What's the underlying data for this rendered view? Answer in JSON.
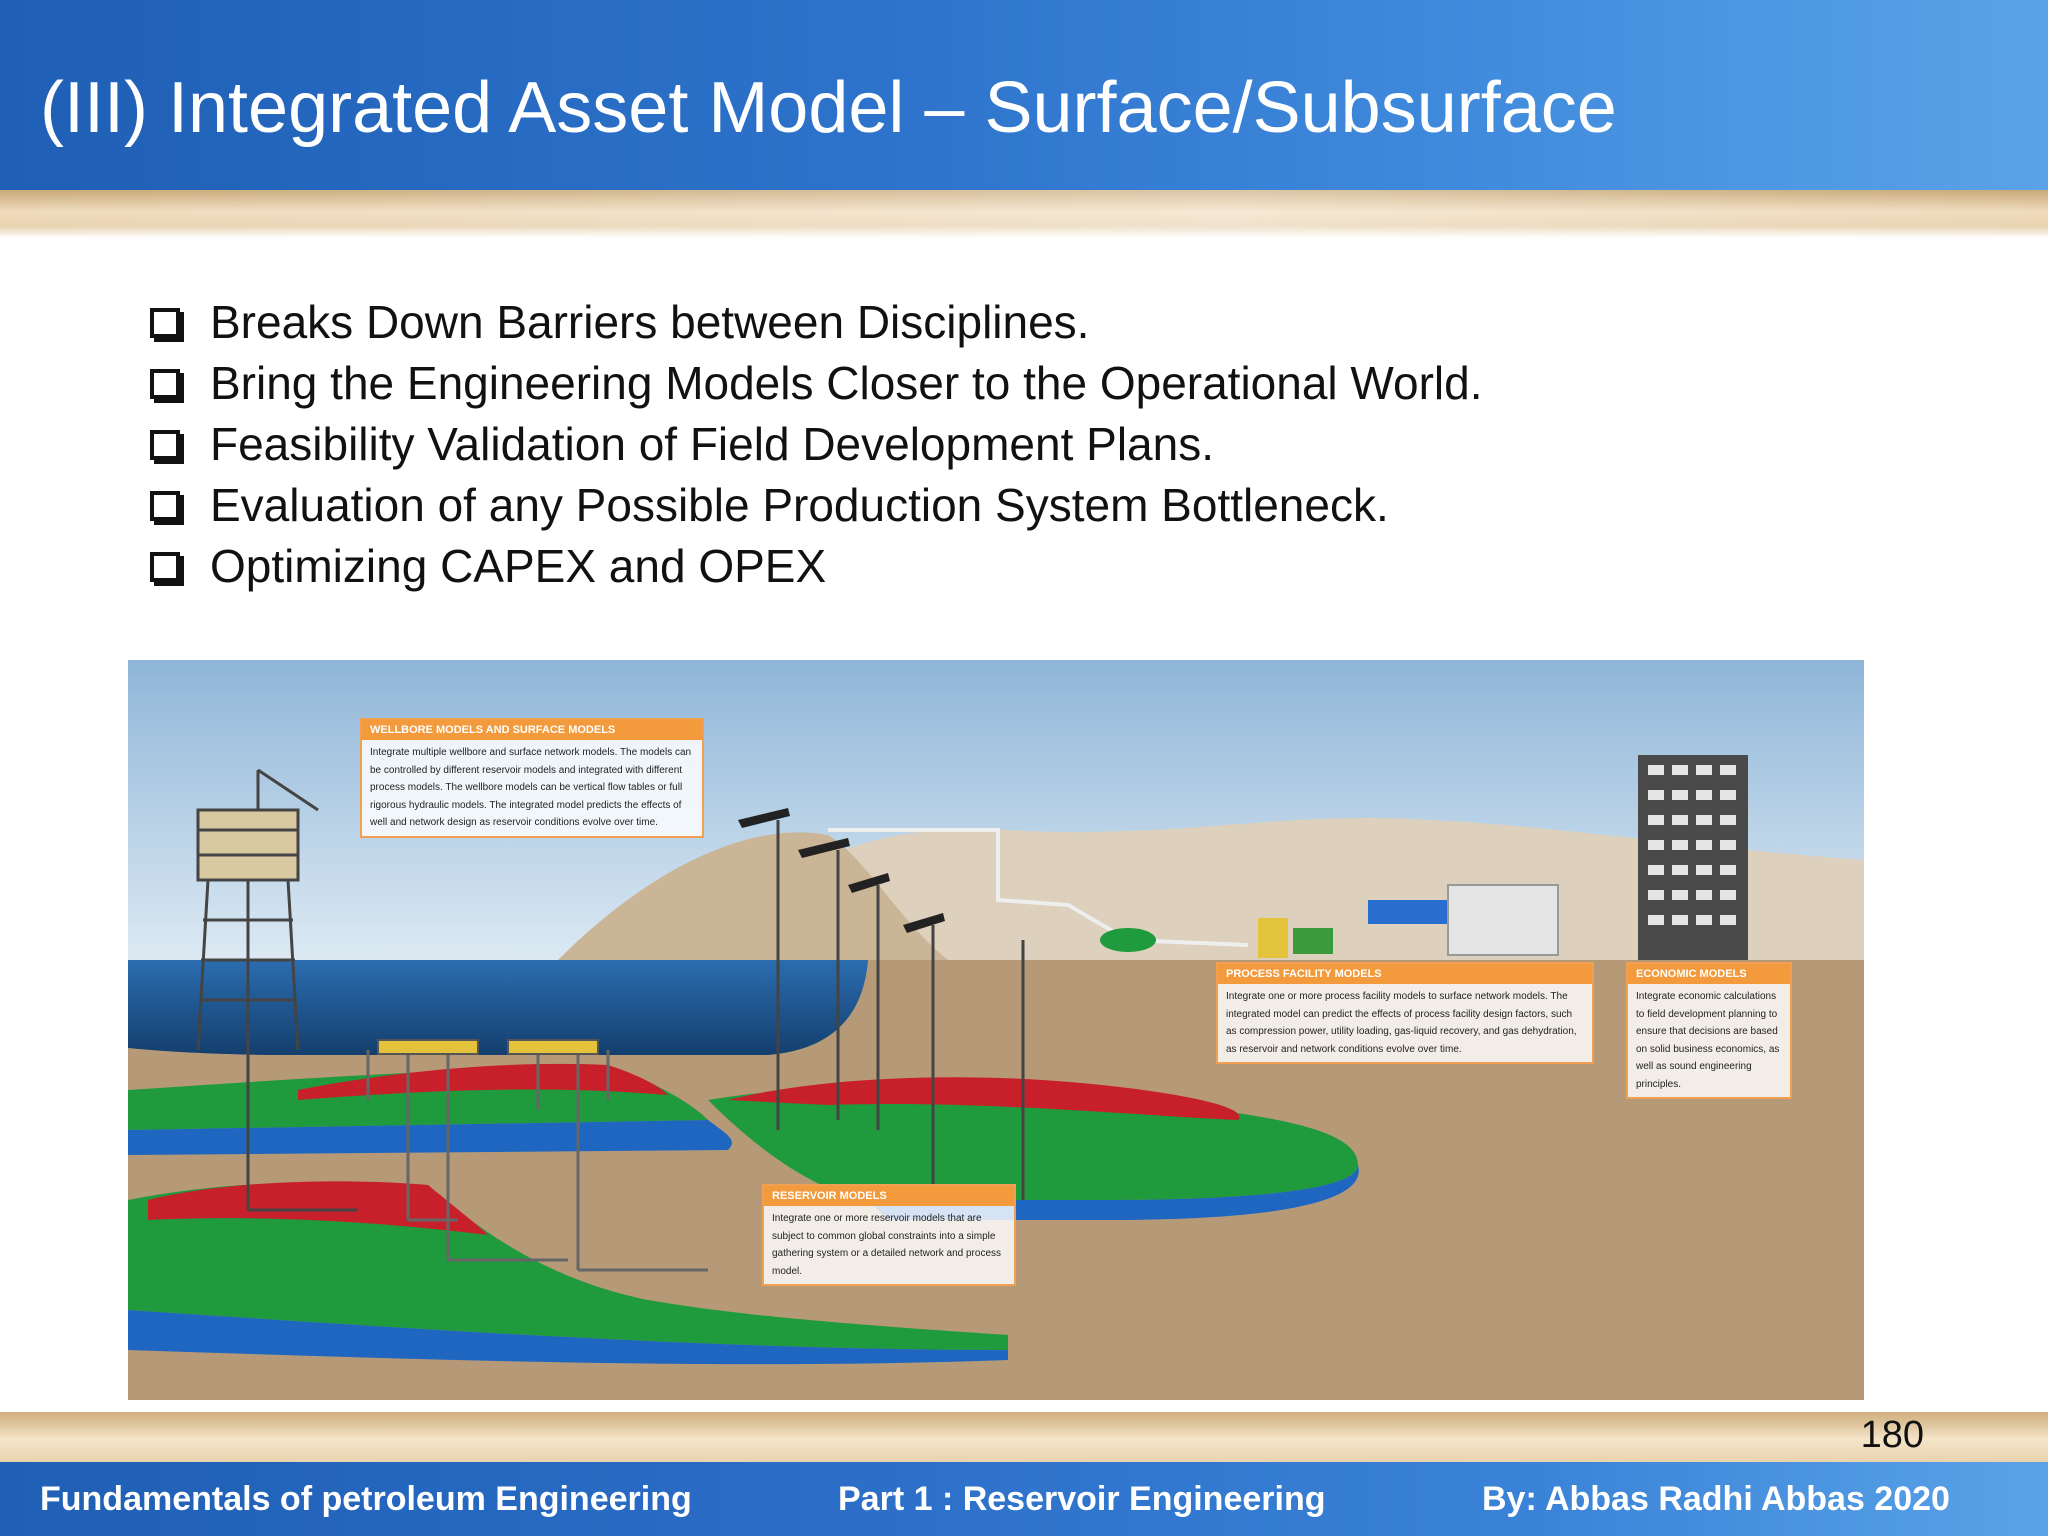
{
  "header": {
    "title": "(III) Integrated Asset Model – Surface/Subsurface"
  },
  "bullets": [
    "Breaks Down Barriers between Disciplines.",
    "Bring the Engineering Models Closer to the Operational World.",
    "Feasibility Validation of Field Development Plans.",
    "Evaluation of any Possible Production System Bottleneck.",
    "Optimizing CAPEX and OPEX"
  ],
  "diagram": {
    "callouts": {
      "wellbore": {
        "title": "WELLBORE MODELS AND SURFACE MODELS",
        "text": "Integrate multiple wellbore and surface network models. The models can be controlled by different reservoir models and integrated with different process models. The wellbore models can be vertical flow tables or full rigorous hydraulic models. The integrated model predicts the effects of well and network design as reservoir conditions evolve over time."
      },
      "process": {
        "title": "PROCESS FACILITY MODELS",
        "text": "Integrate one or more process facility models to surface network models. The integrated model can predict the effects of process facility design factors, such as compression power, utility loading, gas-liquid recovery, and gas dehydration, as reservoir and network conditions evolve over time."
      },
      "economic": {
        "title": "ECONOMIC MODELS",
        "text": "Integrate economic calculations to field development planning to ensure that decisions are based on solid business economics, as well as sound engineering principles."
      },
      "reservoir": {
        "title": "RESERVOIR MODELS",
        "text": "Integrate one or more reservoir models that are subject to common global constraints into a simple gathering system or a detailed network and process model."
      }
    }
  },
  "page_number": "180",
  "footer": {
    "left": "Fundamentals of petroleum Engineering",
    "center": "Part 1 :  Reservoir Engineering",
    "right": "By: Abbas Radhi Abbas  2020"
  },
  "colors": {
    "header_blue": "#2e74cc",
    "callout_orange": "#f29a3c",
    "oil_red": "#c8202a",
    "gas_green": "#1f9a3c",
    "water_blue": "#1f66c0",
    "sea_blue": "#2a5f9e",
    "sand": "#b69a78"
  }
}
